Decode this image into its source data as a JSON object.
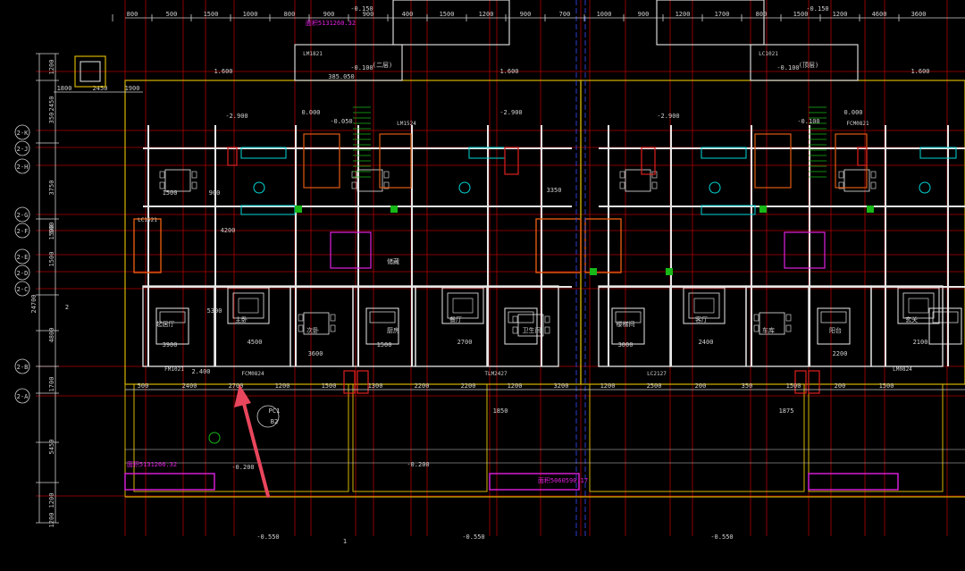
{
  "canvas": {
    "background": "#000000"
  },
  "colors": {
    "grid_red": "#b00000",
    "wall_yellow": "#d4b400",
    "wall_white": "#e8e8e8",
    "dim_white": "#d0d0d0",
    "cyan": "#00d6d6",
    "green": "#18b818",
    "magenta": "#e020e0",
    "orange": "#e05a10",
    "blue": "#3a4cff",
    "arrow": "#e8465c"
  },
  "grid_bubbles_left": [
    "2-K",
    "2-J",
    "2-H",
    "2-G",
    "2-F",
    "2-E",
    "2-D",
    "2-C",
    "2-B",
    "2-A"
  ],
  "left_dims": {
    "vertical": [
      "1200",
      "350",
      "5450",
      "4800",
      "2450",
      "1500",
      "1500",
      "24700",
      "3750",
      "1200",
      "500",
      "1700",
      "1200"
    ],
    "horizontal": [
      "1800",
      "2450",
      "1900"
    ]
  },
  "top_dims": [
    "800",
    "500",
    "1500",
    "1000",
    "800",
    "900",
    "900",
    "400",
    "1500",
    "1200",
    "900",
    "700",
    "1000",
    "900",
    "1200",
    "1700",
    "800",
    "1500",
    "1200",
    "4600",
    "3600"
  ],
  "elevations": [
    "-0.150",
    "-0.100",
    "-2.900",
    "-0.050",
    "-2.900",
    "0.000",
    "-0.100",
    "-2.900",
    "0.000",
    "-0.100",
    "-0.200",
    "-0.200",
    "-0.550",
    "-0.550",
    "-0.550",
    "-0.150"
  ],
  "room_labels": [
    "起居厅",
    "主卧",
    "次卧",
    "厨房",
    "餐厅",
    "卫生间",
    "楼梯间",
    "客厅",
    "车库",
    "阳台",
    "玄关",
    "储藏"
  ],
  "door_tags": [
    "LM1821",
    "LC1521",
    "LM1524",
    "FCM0824",
    "FM1021",
    "LC2127",
    "TLM2427",
    "LC1021",
    "FCM0821",
    "LM0824"
  ],
  "misc_labels": [
    "385.050",
    "1.600",
    "1.600",
    "1.600",
    "(二层)",
    "(顶层)",
    "2",
    "1",
    "PC1",
    "B2",
    "2.400"
  ],
  "magenta_tags": [
    "面积5131260.32",
    "面积5131266.32",
    "面积5060590.17"
  ],
  "room_dims": [
    "3900",
    "4500",
    "5300",
    "3600",
    "2700",
    "1500",
    "2400",
    "3000",
    "2200",
    "2100",
    "4200",
    "1850",
    "1875",
    "1500",
    "900",
    "3350"
  ],
  "bottom_dims": [
    "500",
    "2400",
    "2700",
    "1200",
    "1500",
    "1300",
    "2200",
    "2200",
    "1200",
    "3200",
    "1200",
    "2500",
    "200",
    "350",
    "1500",
    "200",
    "1500"
  ]
}
